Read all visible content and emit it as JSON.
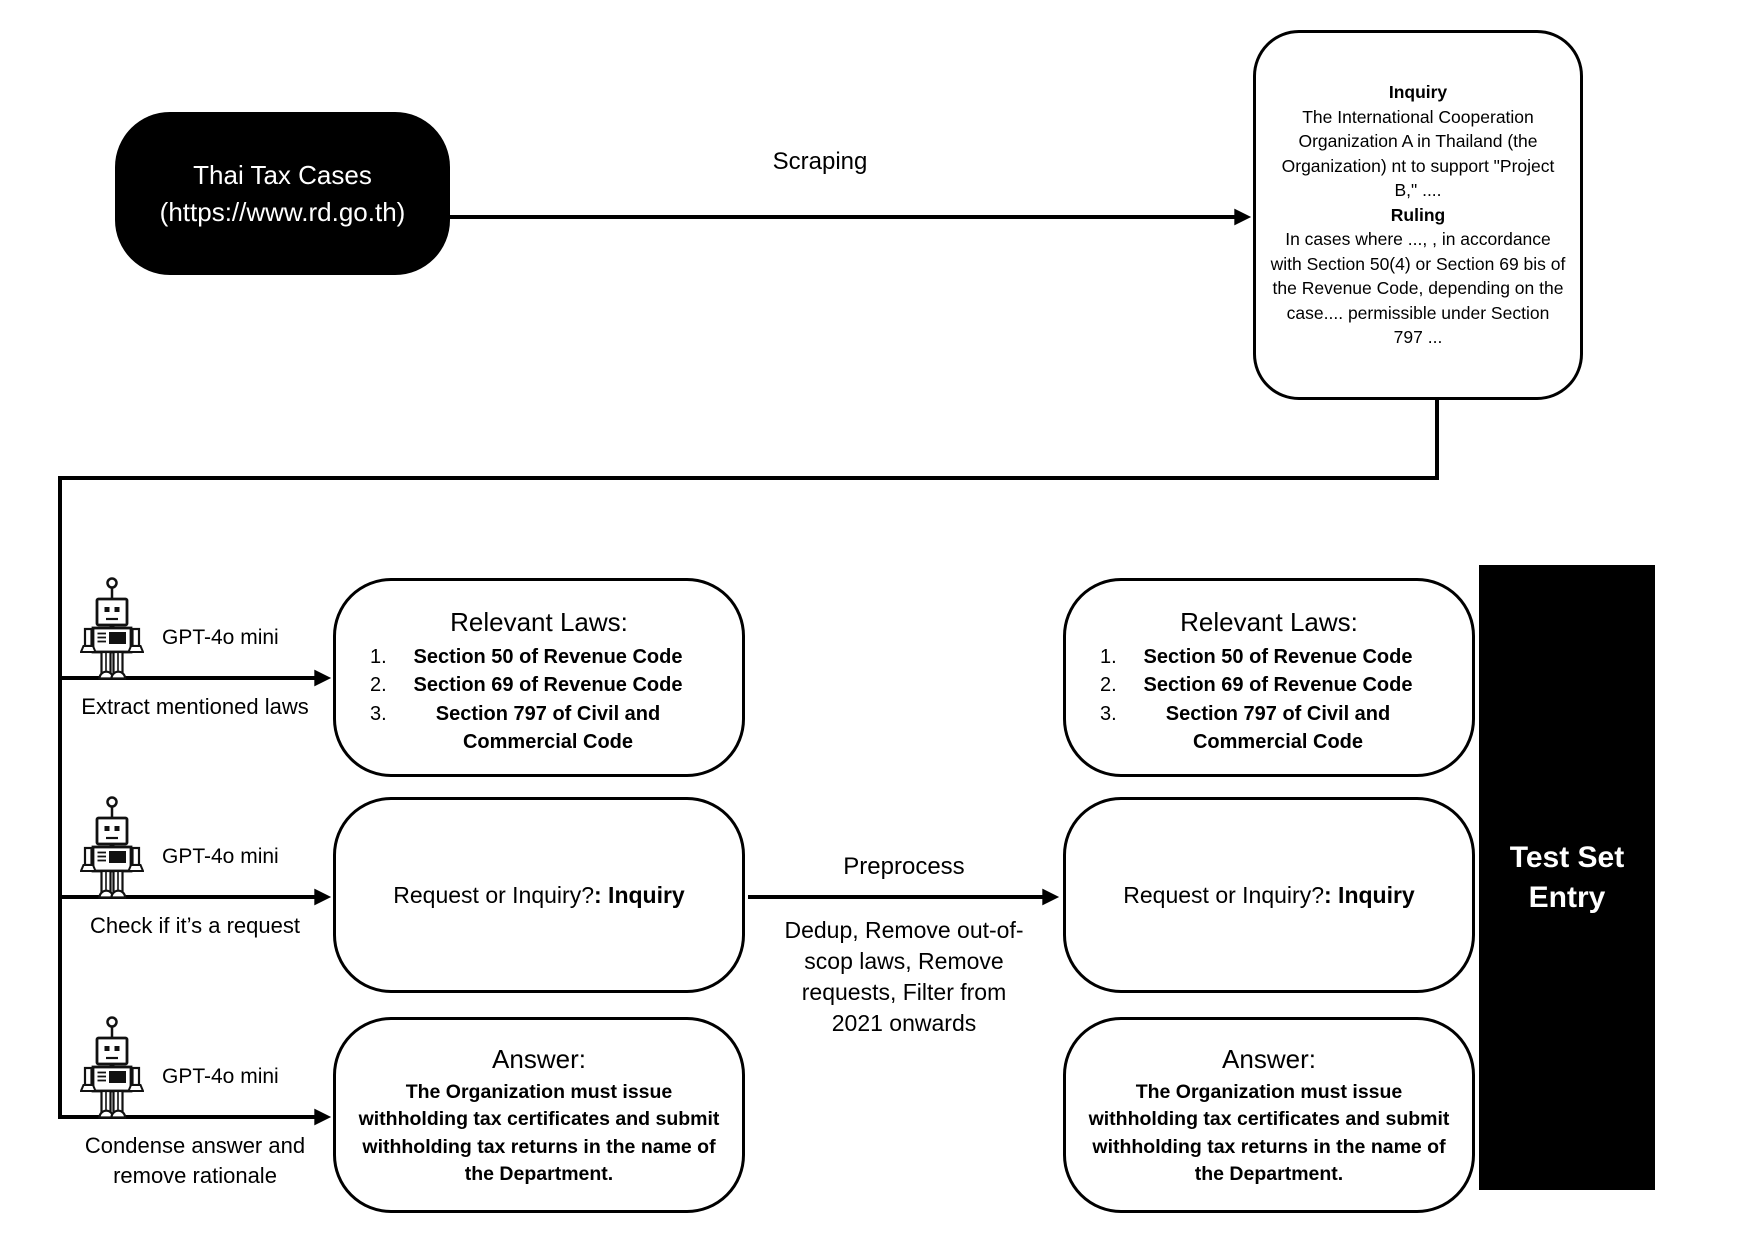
{
  "source": {
    "title": "Thai Tax Cases",
    "url": "(https://www.rd.go.th)"
  },
  "arrows": {
    "scraping": "Scraping",
    "preprocess": "Preprocess",
    "preprocess_steps": "Dedup, Remove out-of-scop laws, Remove requests, Filter from 2021 onwards"
  },
  "case_box": {
    "inquiry_heading": "Inquiry",
    "inquiry_text": "The International Cooperation Organization A in Thailand (the Organization) nt to support \"Project B,\" ....",
    "ruling_heading": "Ruling",
    "ruling_text": "In cases where ..., , in accordance with Section 50(4) or Section 69 bis of the Revenue Code, depending on the case.... permissible under Section 797 ..."
  },
  "agents": [
    {
      "model": "GPT-4o mini",
      "task": "Extract mentioned laws"
    },
    {
      "model": "GPT-4o mini",
      "task": "Check if it’s a request"
    },
    {
      "model": "GPT-4o mini",
      "task": "Condense answer and remove rationale"
    }
  ],
  "laws_box": {
    "title": "Relevant Laws:",
    "items": [
      {
        "num": "1.",
        "text": "Section 50 of Revenue Code"
      },
      {
        "num": "2.",
        "text": "Section 69 of Revenue Code"
      },
      {
        "num": "3.",
        "text": "Section 797 of Civil and Commercial Code"
      }
    ]
  },
  "classification_box": {
    "question": "Request or Inquiry?",
    "label": ": Inquiry"
  },
  "answer_box": {
    "title": "Answer:",
    "text": "The Organization must issue withholding tax certificates and submit withholding tax returns in the name of the Department."
  },
  "test_set": {
    "label": "Test Set Entry"
  },
  "colors": {
    "ink": "#000000",
    "paper": "#ffffff"
  }
}
